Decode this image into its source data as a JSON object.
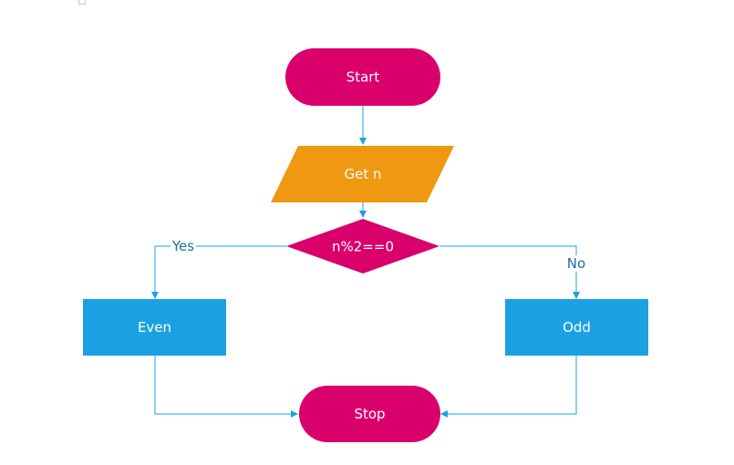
{
  "diagram": {
    "type": "flowchart",
    "colors": {
      "terminal": "#d9006c",
      "io": "#ef9811",
      "decision": "#d9006c",
      "process": "#1ba1e2",
      "connector": "#1ba1e2",
      "edge_label": "#1b6f9e"
    },
    "nodes": {
      "start": {
        "label": "Start",
        "shape": "terminal"
      },
      "input": {
        "label": "Get n",
        "shape": "parallelogram"
      },
      "decision": {
        "label": "n%2==0",
        "shape": "diamond"
      },
      "even": {
        "label": "Even",
        "shape": "rectangle"
      },
      "odd": {
        "label": "Odd",
        "shape": "rectangle"
      },
      "stop": {
        "label": "Stop",
        "shape": "terminal"
      }
    },
    "edges": [
      {
        "from": "start",
        "to": "input",
        "label": ""
      },
      {
        "from": "input",
        "to": "decision",
        "label": ""
      },
      {
        "from": "decision",
        "to": "even",
        "label": "Yes"
      },
      {
        "from": "decision",
        "to": "odd",
        "label": "No"
      },
      {
        "from": "even",
        "to": "stop",
        "label": ""
      },
      {
        "from": "odd",
        "to": "stop",
        "label": ""
      }
    ]
  }
}
